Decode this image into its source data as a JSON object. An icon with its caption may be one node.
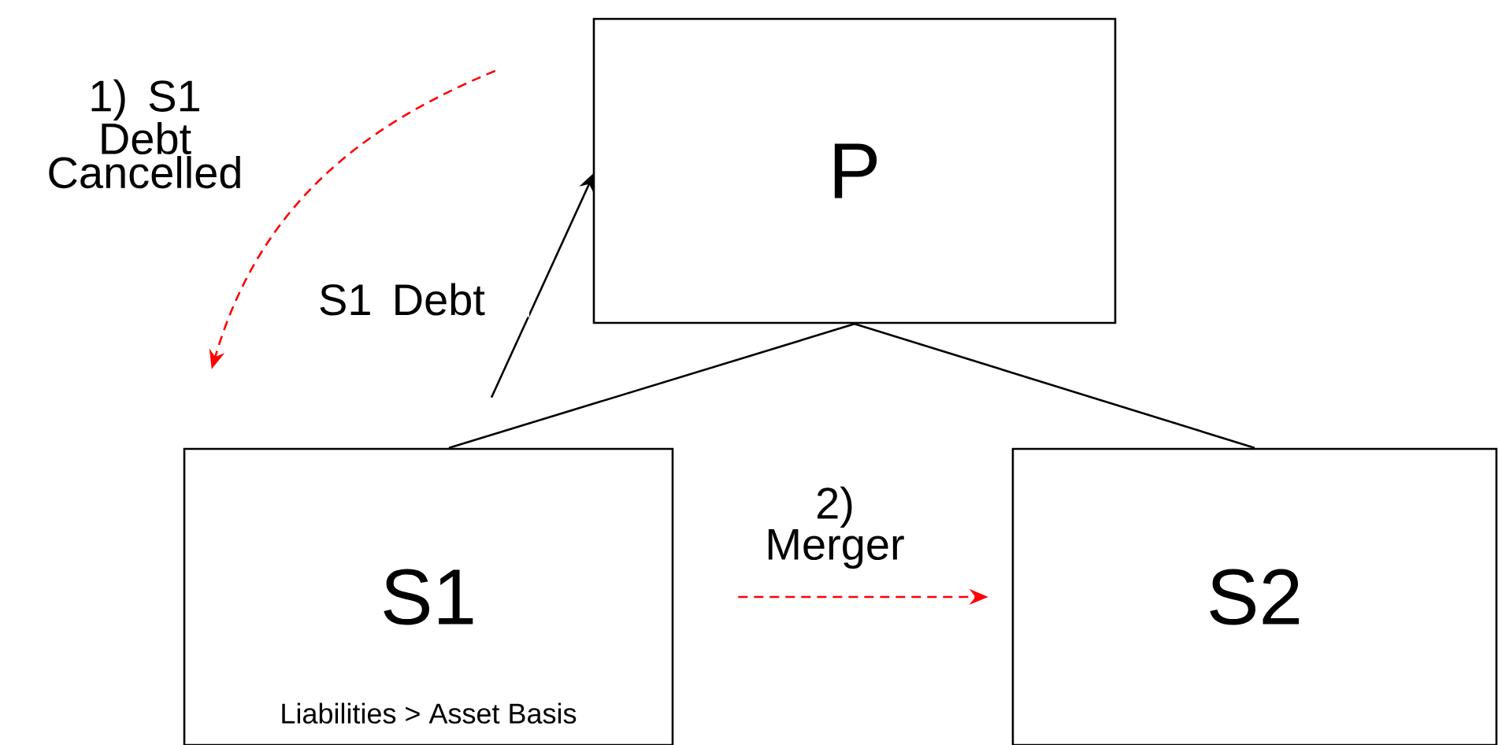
{
  "diagram": {
    "nodes": [
      {
        "text": [
          "P"
        ]
      },
      {
        "text": [
          "S1",
          "Liabilities > Asset Basis"
        ]
      },
      {
        "text": [
          "S2"
        ]
      }
    ],
    "edges": [
      {
        "from": 0,
        "to": 1,
        "arrow": "none"
      },
      {
        "from": 0,
        "to": 2,
        "arrow": "none"
      },
      {
        "from": 1,
        "to": 0,
        "arrow": "to",
        "label": "S1 Debt"
      },
      {
        "from": 0,
        "to": 1,
        "arrow": "to",
        "label": "1) S1 Debt Cancelled",
        "style": "dashed",
        "color": "#ff0000"
      },
      {
        "from": 1,
        "to": 2,
        "arrow": "to",
        "label": "2) Merger",
        "style": "dashed",
        "color": "#ff0000"
      }
    ]
  }
}
